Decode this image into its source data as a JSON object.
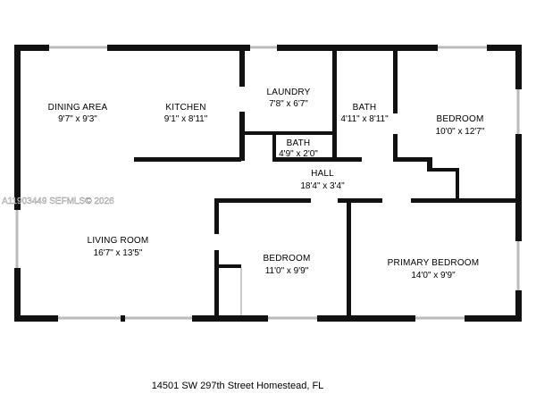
{
  "watermark": "A11903449  SEFMLS© 2026",
  "address": "14501 SW 297th Street Homestead, FL",
  "colors": {
    "wall": "#111111",
    "window": "#bbbbbb",
    "background": "#ffffff"
  },
  "rooms": [
    {
      "id": "dining-area",
      "name": "DINING AREA",
      "dims": "9'7\" x 9'3\""
    },
    {
      "id": "kitchen",
      "name": "KITCHEN",
      "dims": "9'1\" x 8'11\""
    },
    {
      "id": "laundry",
      "name": "LAUNDRY",
      "dims": "7'8\" x 6'7\""
    },
    {
      "id": "bath-1",
      "name": "BATH",
      "dims": "4'11\" x 8'11\""
    },
    {
      "id": "bath-2",
      "name": "BATH",
      "dims": "4'9\" x 2'0\""
    },
    {
      "id": "bedroom-1",
      "name": "BEDROOM",
      "dims": "10'0\" x 12'7\""
    },
    {
      "id": "hall",
      "name": "HALL",
      "dims": "18'4\" x 3'4\""
    },
    {
      "id": "living-room",
      "name": "LIVING ROOM",
      "dims": "16'7\" x 13'5\""
    },
    {
      "id": "bedroom-2",
      "name": "BEDROOM",
      "dims": "11'0\" x 9'9\""
    },
    {
      "id": "primary-bedroom",
      "name": "PRIMARY BEDROOM",
      "dims": "14'0\" x 9'9\""
    }
  ]
}
